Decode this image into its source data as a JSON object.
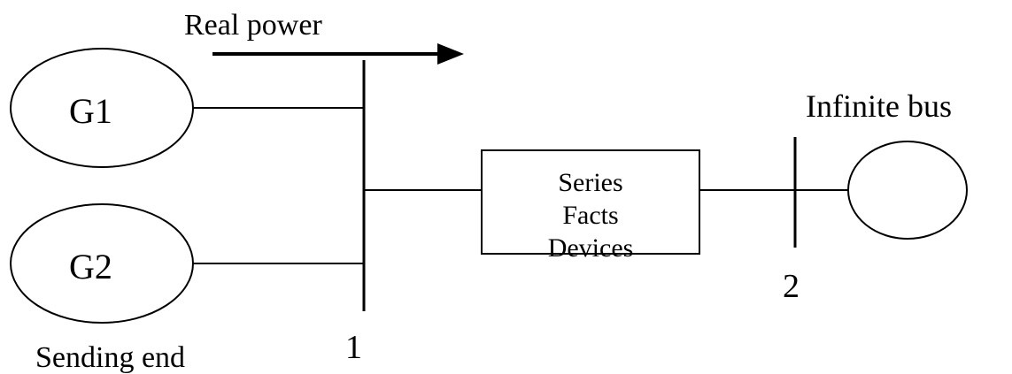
{
  "labels": {
    "real_power": "Real power",
    "generator_1": "G1",
    "generator_2": "G2",
    "infinite_bus": "Infinite bus",
    "bus_1": "1",
    "bus_2": "2",
    "sending_end": "Sending end"
  },
  "device": {
    "lines": [
      "Series",
      "Facts",
      "Devices"
    ]
  },
  "colors": {
    "stroke": "#000000",
    "background": "#ffffff"
  }
}
